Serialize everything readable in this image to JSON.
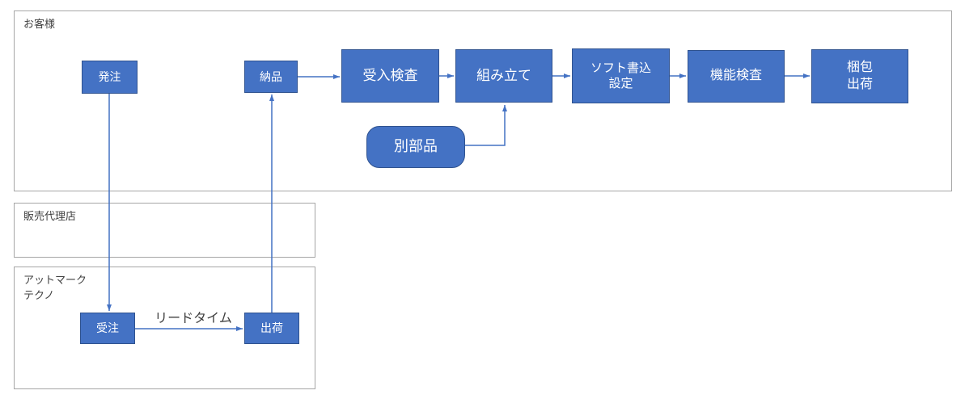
{
  "diagram": {
    "lanes": [
      {
        "id": "customer",
        "label": "お客様"
      },
      {
        "id": "sales-agency",
        "label": "販売代理店"
      },
      {
        "id": "atmark-techno",
        "label_lines": [
          "アットマーク",
          "テクノ"
        ]
      }
    ],
    "nodes": {
      "order": {
        "label": "発注"
      },
      "delivery": {
        "label": "納品"
      },
      "incoming": {
        "label": "受入検査"
      },
      "assembly": {
        "label": "組み立て"
      },
      "software": {
        "lines": [
          "ソフト書込",
          "設定"
        ]
      },
      "function": {
        "label": "機能検査"
      },
      "packing": {
        "lines": [
          "梱包",
          "出荷"
        ]
      },
      "parts": {
        "label": "別部品"
      },
      "received": {
        "label": "受注"
      },
      "shipping": {
        "label": "出荷"
      }
    },
    "edges": [
      {
        "from": "delivery",
        "to": "incoming"
      },
      {
        "from": "incoming",
        "to": "assembly"
      },
      {
        "from": "assembly",
        "to": "software"
      },
      {
        "from": "software",
        "to": "function"
      },
      {
        "from": "function",
        "to": "packing"
      },
      {
        "from": "order",
        "to": "received"
      },
      {
        "from": "shipping",
        "to": "delivery"
      },
      {
        "from": "received",
        "to": "shipping",
        "label": "リードタイム"
      },
      {
        "from": "parts",
        "to": "assembly"
      }
    ],
    "edge_labels": {
      "lead_time": "リードタイム"
    },
    "colors": {
      "node_fill": "#4472C4",
      "node_border": "#2F528F",
      "node_text": "#FFFFFF",
      "connector": "#4472C4",
      "lane_border": "#A6A6A6",
      "label_text": "#404040"
    }
  }
}
